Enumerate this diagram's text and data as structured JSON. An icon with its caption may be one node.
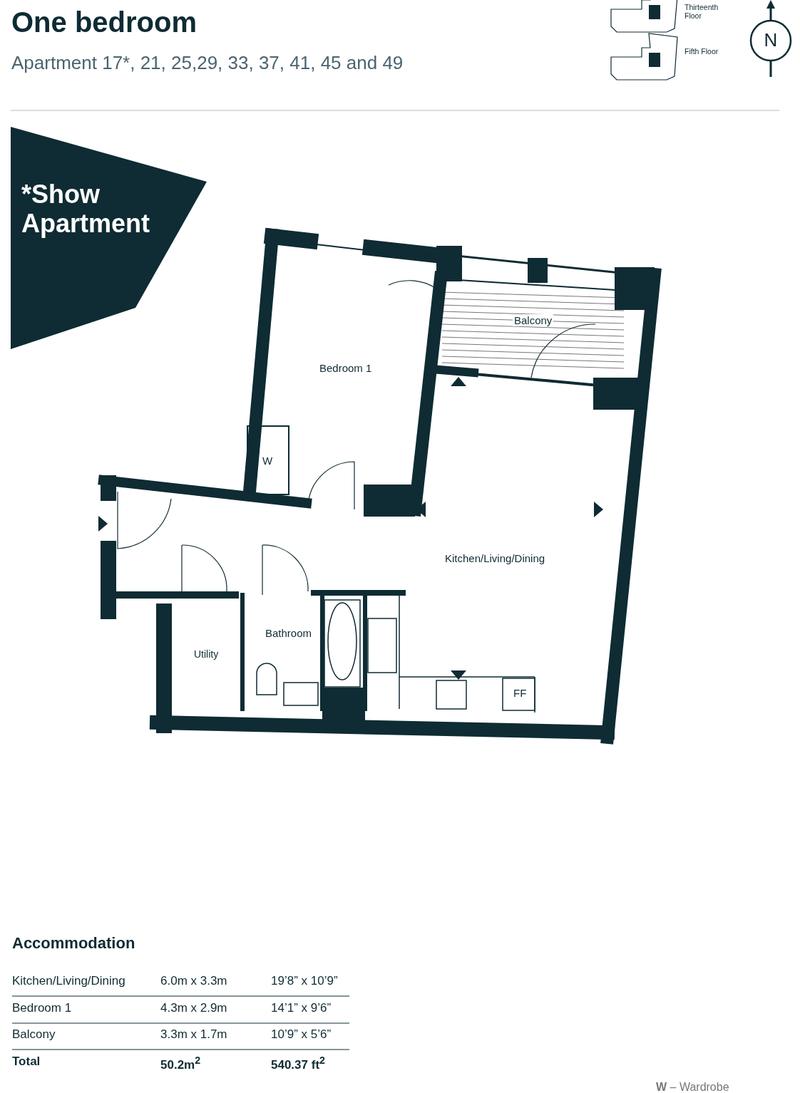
{
  "diagram": {
    "title": "One bedroom",
    "labels": [
      "Apartment 17*, 21, 25,29, 33, 37, 41, 45 and 49",
      "Thirteenth Floor",
      "Fifth Floor",
      "N",
      "*Show Apartment",
      "Balcony",
      "Bedroom 1",
      "W",
      "Kitchen/Living/Dining",
      "Bathroom",
      "Utility",
      "FF",
      "Accommodation",
      "Kitchen/Living/Dining",
      "6.0m x 3.3m",
      "19’8” x 10’9”",
      "Bedroom 1",
      "4.3m x 2.9m",
      "14’1” x 9’6”",
      "Balcony",
      "3.3m x 1.7m",
      "10’9” x 5’6”",
      "Total",
      "50.2m$^{2}$",
      "540.37 ft$^{2}$",
      "**W** – Wardrobe"
    ]
  }
}
